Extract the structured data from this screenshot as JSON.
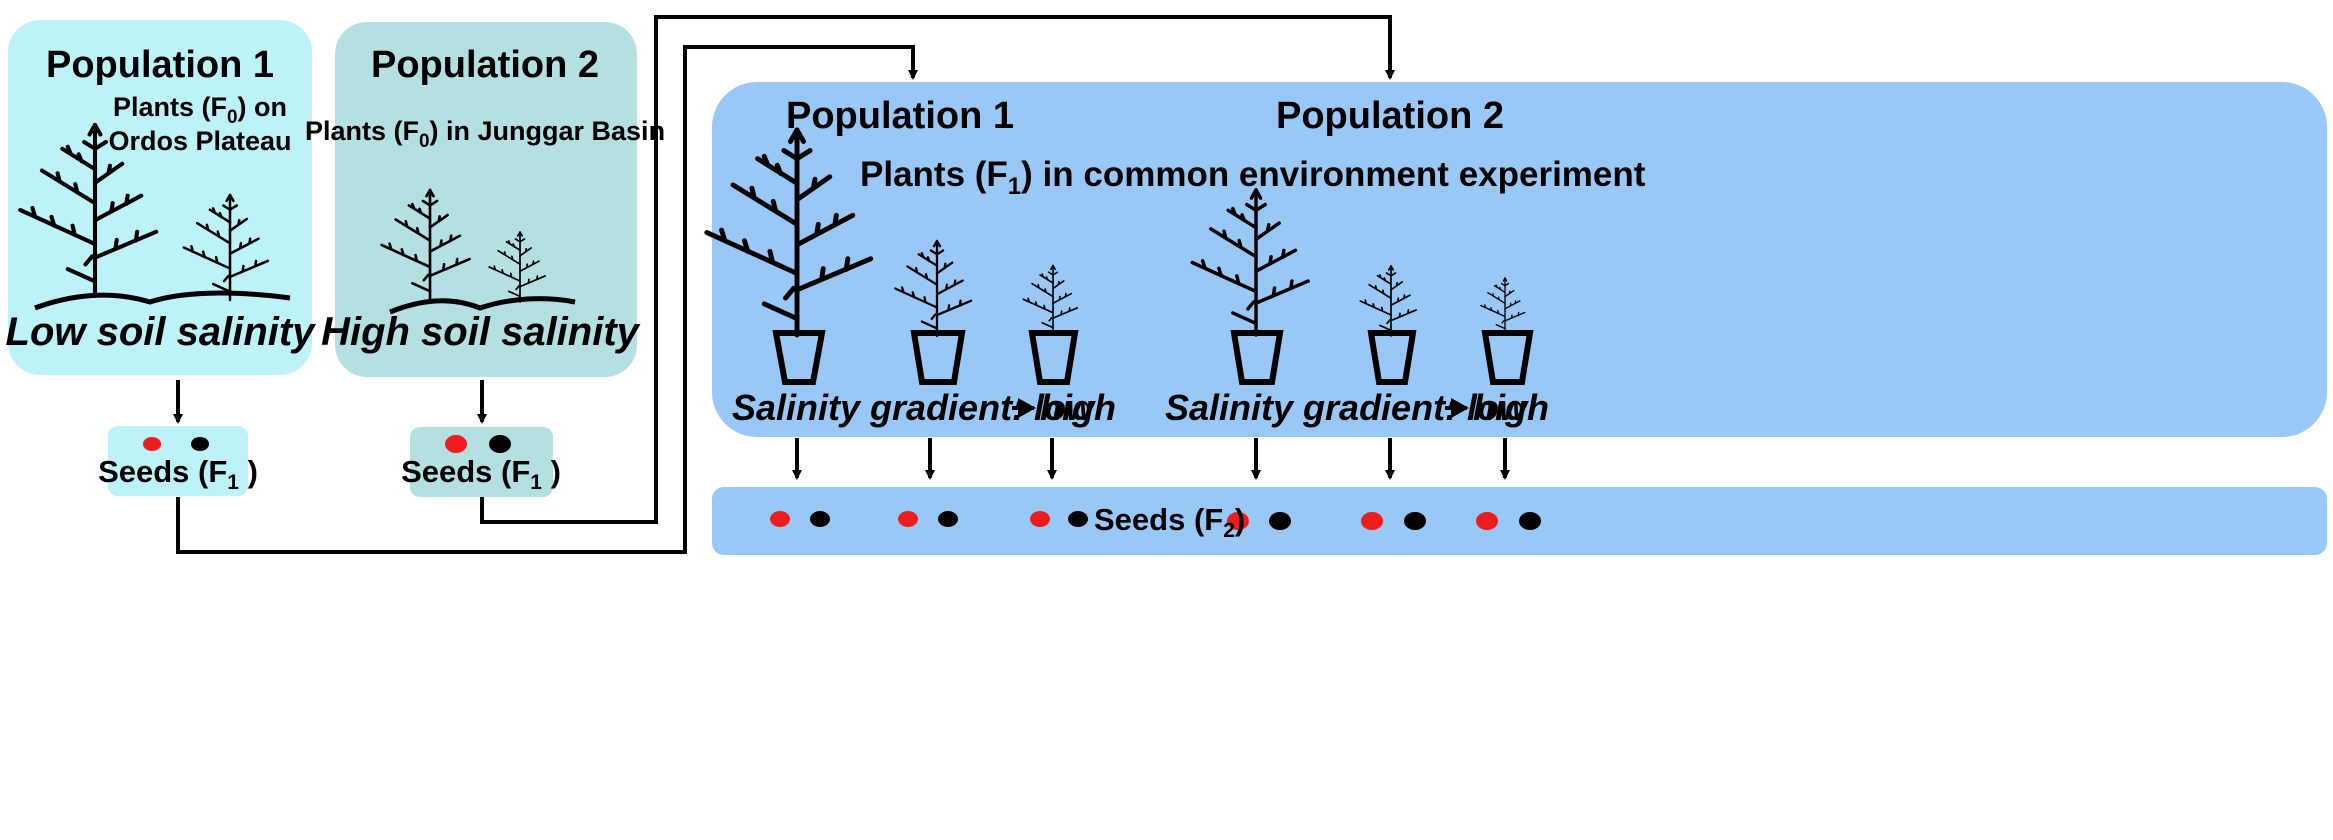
{
  "colors": {
    "pop1_box": "#bdf2f8",
    "pop2_box": "#b5e0e2",
    "common_box": "#99c8f7",
    "seed_red": "#ee1c1c",
    "seed_black": "#000000"
  },
  "population1": {
    "title": "Population 1",
    "plants_line1_pre": "Plants (F",
    "plants_line1_sub": "0",
    "plants_line1_post": ") on",
    "plants_line2": "Ordos Plateau",
    "condition": "Low soil salinity"
  },
  "population2": {
    "title": "Population 2",
    "plants_pre": "Plants (F",
    "plants_sub": "0",
    "plants_post": ") in Junggar Basin",
    "condition": "High soil salinity"
  },
  "seeds_f1": {
    "pre": "Seeds (F",
    "sub": "1",
    "post": " )"
  },
  "common_experiment": {
    "pop1_title": "Population 1",
    "pop2_title": "Population 2",
    "plants_pre": "Plants (F",
    "plants_sub": "1",
    "plants_post": ") in common environment  experiment",
    "gradient_text": "Salinity gradient:  low",
    "gradient_high": "high"
  },
  "seeds_f2": {
    "pre": "Seeds (F",
    "sub": "2",
    "post": ")"
  }
}
